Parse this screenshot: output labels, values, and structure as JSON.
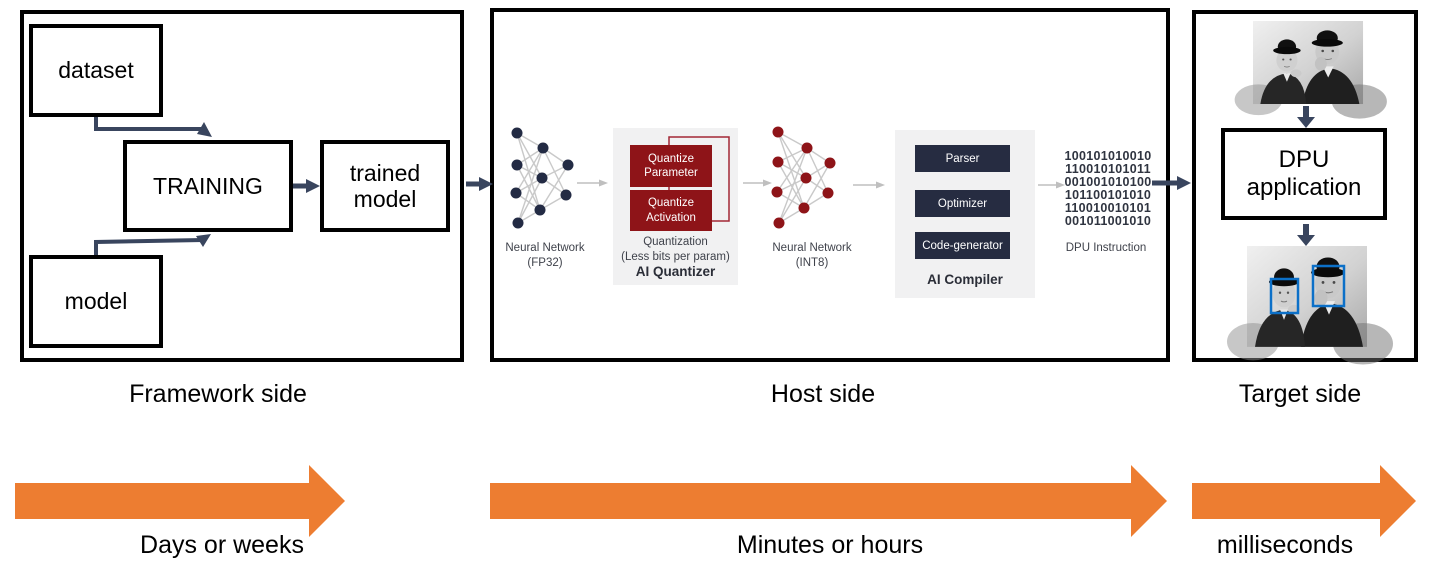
{
  "framework": {
    "section_label": "Framework side",
    "dataset_label": "dataset",
    "training_label": "TRAINING",
    "trained_model_label": "trained model",
    "model_label": "model"
  },
  "host": {
    "section_label": "Host side",
    "nn_fp32": {
      "line1": "Neural Network",
      "line2": "(FP32)"
    },
    "quantizer": {
      "box1": "Quantize\nParameter",
      "box2": "Quantize\nActivation",
      "caption1": "Quantization",
      "caption2": "(Less bits per param)",
      "title": "AI Quantizer"
    },
    "nn_int8": {
      "line1": "Neural Network",
      "line2": "(INT8)"
    },
    "compiler": {
      "box1": "Parser",
      "box2": "Optimizer",
      "box3": "Code-generator",
      "title": "AI Compiler"
    },
    "dpu_instruction": {
      "lines": [
        "100101010010",
        "110010101011",
        "001001010100",
        "101100101010",
        "110010010101",
        "001011001010"
      ],
      "caption": "DPU Instruction"
    }
  },
  "target": {
    "section_label": "Target side",
    "dpu_app_label": "DPU application"
  },
  "timeline": {
    "arrow1_label": "Days or weeks",
    "arrow2_label": "Minutes or hours",
    "arrow3_label": "milliseconds"
  },
  "colors": {
    "orange_arrow": "#ED7D31",
    "navy_connector": "#39455E",
    "nn_fp32_node": "#232B44",
    "nn_int8_node": "#8E1418",
    "quantizer_box": "#8E1418",
    "compiler_box": "#262C41",
    "panel_bg": "#F1F1F2",
    "face_detection_blue": "#0C70C8"
  }
}
